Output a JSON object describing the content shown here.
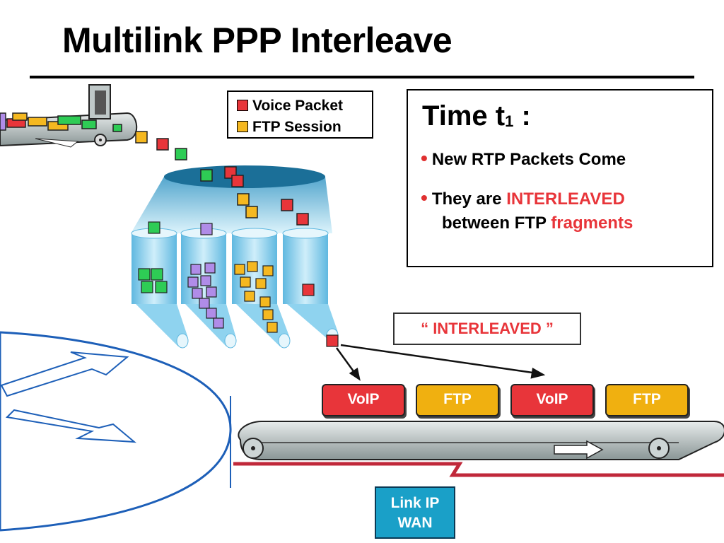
{
  "title": "Multilink PPP Interleave",
  "legend": {
    "voice_label": "Voice Packet",
    "ftp_label": "FTP Session",
    "voice_color": "#e8353a",
    "ftp_color": "#f5b820"
  },
  "time_box": {
    "heading": "Time t",
    "heading_sub": "1",
    "heading_suffix": ":",
    "bullet1": "New RTP Packets Come",
    "bullet2_prefix": "They are",
    "bullet2_highlight": "INTERLEAVED",
    "bullet2_line2_prefix": "between FTP",
    "bullet2_line2_highlight": "fragments"
  },
  "interleaved_label": "“ INTERLEAVED ”",
  "output_packets": [
    {
      "label": "VoIP",
      "kind": "voip"
    },
    {
      "label": "FTP",
      "kind": "ftp"
    },
    {
      "label": "VoIP",
      "kind": "voip"
    },
    {
      "label": "FTP",
      "kind": "ftp"
    }
  ],
  "wan_label_line1": "Link IP",
  "wan_label_line2": "WAN",
  "colors": {
    "voice": "#e8353a",
    "ftp": "#f5b820",
    "green": "#2ecc55",
    "purple": "#b08ce8",
    "tank": "#8fd3ef",
    "router_blue": "#1d5fb8",
    "wan_line": "#c0283a"
  }
}
